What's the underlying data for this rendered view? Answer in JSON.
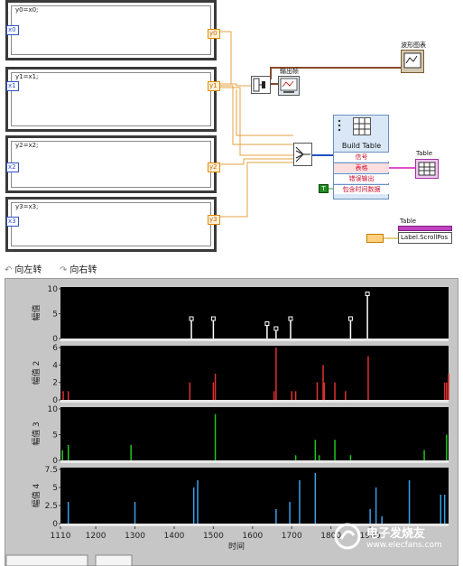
{
  "diagram": {
    "nodes": [
      {
        "formula": "y0=x0;",
        "in": "x0",
        "out": "y0"
      },
      {
        "formula": "y1=x1;",
        "in": "x1",
        "out": "y1"
      },
      {
        "formula": "y2=x2;",
        "in": "x2",
        "out": "y2"
      },
      {
        "formula": "y3=x3;",
        "in": "x3",
        "out": "y3"
      }
    ],
    "waveform_chart_label": "波形图表",
    "output_label": "输出帧",
    "build_table": {
      "title": "Build Table",
      "rows": [
        "信号",
        "表格",
        "错误输出",
        "包含时间数据"
      ]
    },
    "table_label": "Table",
    "bool_const": "T",
    "property_node": {
      "title": "Table",
      "property": "Label.ScrollPos"
    }
  },
  "toolbar": {
    "rotate_left": "向左转",
    "rotate_right": "向右转"
  },
  "colors": {
    "plot1": "#ffffff",
    "plot2": "#e03030",
    "plot3": "#1ec81e",
    "plot4": "#3aa0e8",
    "wire_orange": "#e6a040",
    "wire_brown": "#8b4a2a",
    "wire_pink": "#e050c8",
    "wire_blue": "#2050c0"
  },
  "chart_data": [
    {
      "type": "bar",
      "ylabel": "幅值",
      "ylim": [
        0,
        10
      ],
      "yticks": [
        0,
        5,
        10
      ],
      "x": [
        1444,
        1500,
        1637,
        1660,
        1697,
        1850,
        1893,
        1921
      ],
      "values": [
        4,
        4,
        3,
        2,
        4,
        4,
        9,
        0
      ],
      "markers": true
    },
    {
      "type": "bar",
      "ylabel": "幅值 2",
      "ylim": [
        0,
        6
      ],
      "yticks": [
        0,
        2,
        4,
        6
      ],
      "x": [
        1117,
        1130,
        1440,
        1500,
        1505,
        1655,
        1660,
        1700,
        1710,
        1765,
        1780,
        1783,
        1810,
        1837,
        1895,
        2090,
        2095,
        2100
      ],
      "values": [
        1,
        1,
        2,
        2,
        3,
        1,
        6,
        1,
        1,
        2,
        4,
        2,
        2,
        1,
        5,
        2,
        2,
        3
      ]
    },
    {
      "type": "bar",
      "ylabel": "幅值 3",
      "ylim": [
        0,
        10
      ],
      "yticks": [
        0,
        5,
        10
      ],
      "x": [
        1115,
        1130,
        1290,
        1505,
        1710,
        1760,
        1770,
        1810,
        1850,
        2038,
        2095
      ],
      "values": [
        2,
        3,
        3,
        9,
        1,
        4,
        1,
        4,
        1,
        2,
        5
      ]
    },
    {
      "type": "bar",
      "ylabel": "幅值 4",
      "ylim": [
        0,
        7.5
      ],
      "yticks": [
        0,
        2.5,
        5,
        7.5
      ],
      "x": [
        1130,
        1300,
        1450,
        1460,
        1660,
        1695,
        1720,
        1760,
        1900,
        1915,
        1930,
        2000,
        2080,
        2090
      ],
      "values": [
        3,
        3,
        5,
        6,
        2,
        3,
        6,
        7,
        2,
        5,
        1,
        6,
        4,
        4
      ],
      "xlabel": "时间",
      "xlim": [
        1110,
        2100
      ],
      "xticks": [
        1110,
        1200,
        1300,
        1400,
        1500,
        1600,
        1700,
        1800,
        1900
      ]
    }
  ],
  "watermark": {
    "line1": "电子发烧友",
    "line2": "www.elecfans.com"
  }
}
